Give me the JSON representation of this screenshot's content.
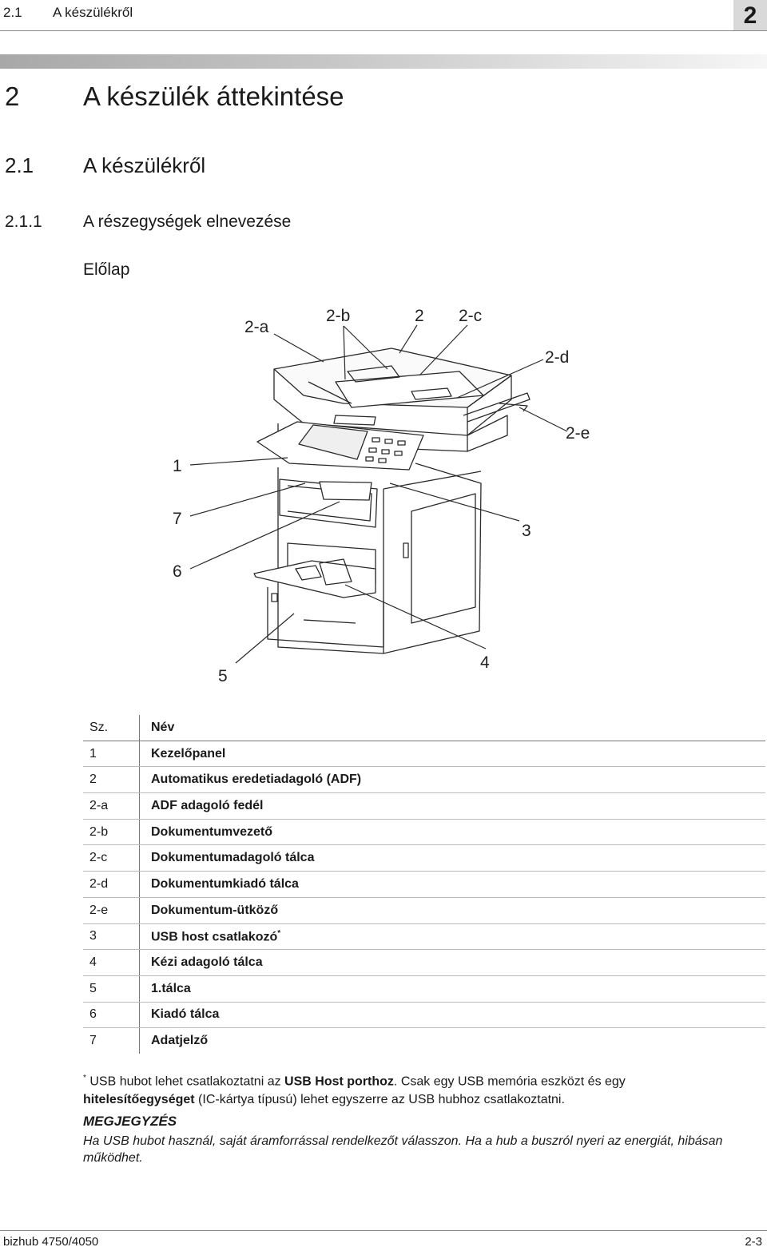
{
  "header": {
    "section_number": "2.1",
    "section_title": "A készülékről",
    "chapter": "2"
  },
  "title": {
    "number": "2",
    "text": "A készülék áttekintése"
  },
  "section": {
    "number": "2.1",
    "text": "A készülékről"
  },
  "subsection": {
    "number": "2.1.1",
    "text": "A részegységek elnevezése"
  },
  "view_label": "Előlap",
  "callouts": [
    "2-a",
    "2-b",
    "2",
    "2-c",
    "2-d",
    "2-e",
    "1",
    "7",
    "3",
    "6",
    "5",
    "4"
  ],
  "table": {
    "headers": [
      "Sz.",
      "Név"
    ],
    "rows": [
      {
        "no": "1",
        "name": "Kezelőpanel",
        "note": ""
      },
      {
        "no": "2",
        "name": "Automatikus eredetiadagoló (ADF)",
        "note": ""
      },
      {
        "no": "2-a",
        "name": "ADF adagoló fedél",
        "note": ""
      },
      {
        "no": "2-b",
        "name": "Dokumentumvezető",
        "note": ""
      },
      {
        "no": "2-c",
        "name": "Dokumentumadagoló tálca",
        "note": ""
      },
      {
        "no": "2-d",
        "name": "Dokumentumkiadó tálca",
        "note": ""
      },
      {
        "no": "2-e",
        "name": "Dokumentum-ütköző",
        "note": ""
      },
      {
        "no": "3",
        "name": "USB host csatlakozó",
        "note": "*"
      },
      {
        "no": "4",
        "name": "Kézi adagoló tálca",
        "note": ""
      },
      {
        "no": "5",
        "name": "1.tálca",
        "note": ""
      },
      {
        "no": "6",
        "name": "Kiadó tálca",
        "note": ""
      },
      {
        "no": "7",
        "name": "Adatjelző",
        "note": ""
      }
    ]
  },
  "footnote": {
    "mark": "*",
    "t1": " USB hubot lehet csatlakoztatni az ",
    "b1": "USB Host porthoz",
    "t2": ". Csak egy USB memória eszközt és egy ",
    "b2": "hitelesítőegységet",
    "t3": " (IC-kártya típusú) lehet egyszerre az USB hubhoz csatlakoztatni."
  },
  "note": {
    "title": "MEGJEGYZÉS",
    "text": "Ha USB hubot használ, saját áramforrással rendelkezőt válasszon. Ha a hub a buszról nyeri az energiát, hibásan működhet."
  },
  "footer": {
    "model": "bizhub 4750/4050",
    "page": "2-3"
  }
}
